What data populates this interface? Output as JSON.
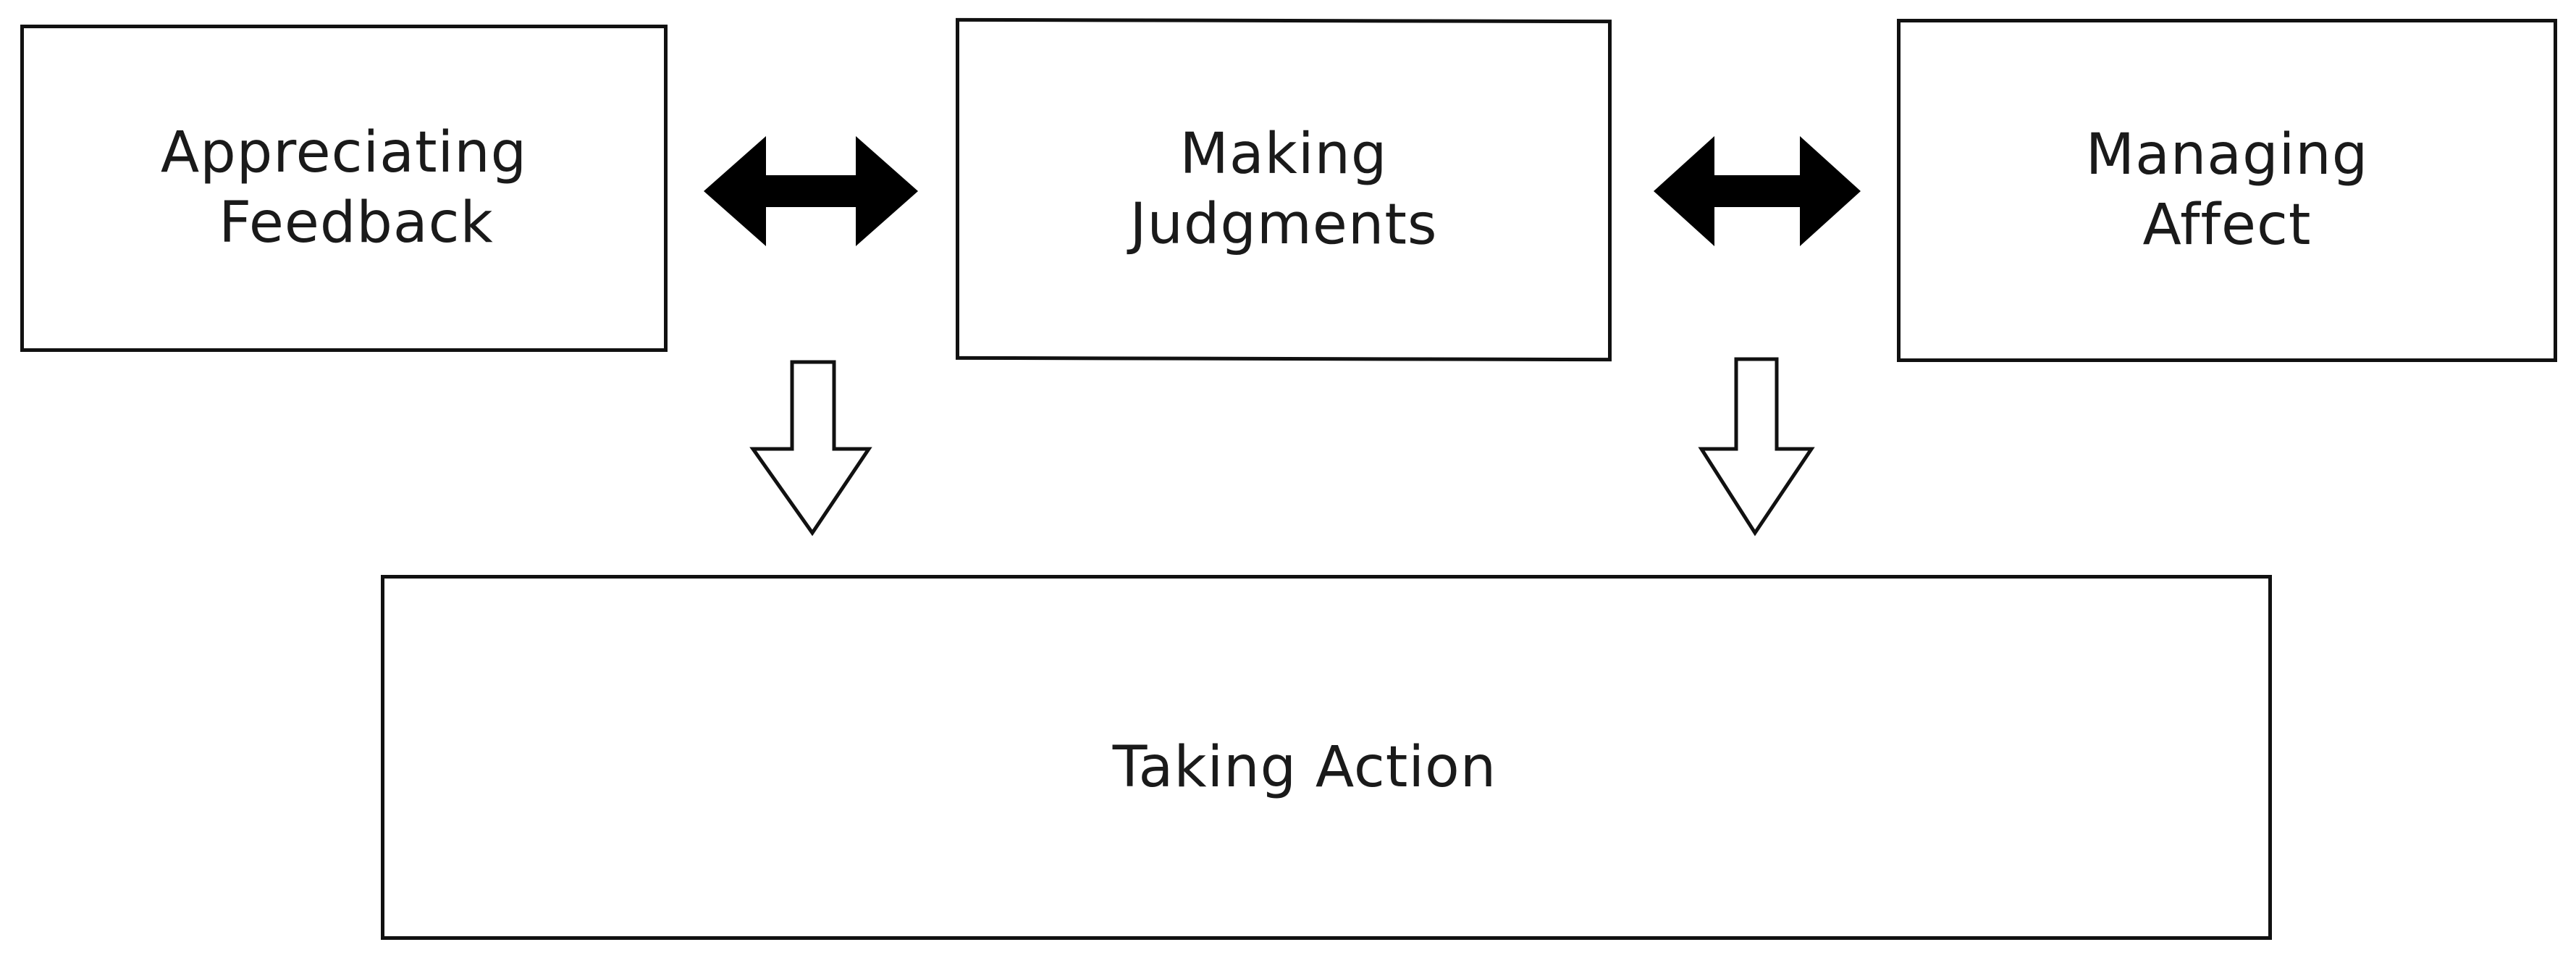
{
  "boxes": {
    "appreciating_feedback": {
      "lines": [
        "Appreciating",
        "Feedback"
      ]
    },
    "making_judgments": {
      "lines": [
        "Making",
        "Judgments"
      ]
    },
    "managing_affect": {
      "lines": [
        "Managing",
        "Affect"
      ]
    },
    "taking_action": {
      "lines": [
        "Taking Action"
      ]
    }
  },
  "arrows": [
    {
      "name": "bidirectional-arrow-feedback-judgments",
      "kind": "double-headed",
      "style": "filled",
      "from": "Appreciating Feedback",
      "to": "Making Judgments"
    },
    {
      "name": "bidirectional-arrow-judgments-affect",
      "kind": "double-headed",
      "style": "filled",
      "from": "Making Judgments",
      "to": "Managing Affect"
    },
    {
      "name": "down-arrow-left",
      "kind": "single-headed",
      "style": "outline",
      "to": "Taking Action"
    },
    {
      "name": "down-arrow-right",
      "kind": "single-headed",
      "style": "outline",
      "to": "Taking Action"
    }
  ],
  "colors": {
    "stroke": "#111111",
    "fill_solid": "#000000",
    "background": "#ffffff"
  }
}
